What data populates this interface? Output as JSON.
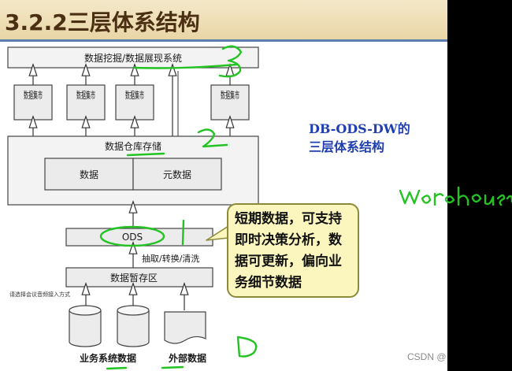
{
  "slide": {
    "title": "3.2.2三层体系结构",
    "caption_line1": "DB-ODS-DW的",
    "caption_line2": "三层体系结构",
    "callout_text": "短期数据，可支持即时决策分析，数据可更新，偏向业务细节数据",
    "tooltip": "请选择会议音频接入方式",
    "watermark": "CSDN @"
  },
  "diagram": {
    "top_system": "数据挖掘/数据展现系统",
    "data_marts": [
      "数据集市",
      "数据集市",
      "数据集市",
      "数据集市"
    ],
    "warehouse": "数据仓库存储",
    "warehouse_data": "数据",
    "warehouse_meta": "元数据",
    "ods": "ODS",
    "etl": "抽取/转换/清洗",
    "staging": "数据暂存区",
    "source_business": "业务系统数据",
    "source_external": "外部数据"
  },
  "annotations": {
    "handwritten": [
      "3",
      "2",
      "1",
      "warehouse",
      "D"
    ],
    "ink_color": "#22c322"
  },
  "colors": {
    "title_text": "#4a2f12",
    "caption": "#1f3fb0",
    "callout_fill": "#fbf6bd"
  }
}
